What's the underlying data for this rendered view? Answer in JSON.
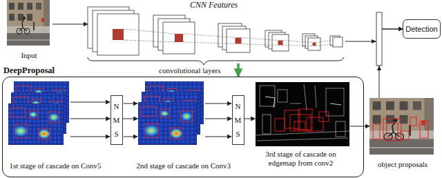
{
  "diagram": {
    "nodes": [
      {
        "text": [
          "Input"
        ]
      },
      {
        "text": [
          "CNN Features"
        ]
      },
      {
        "text": [
          "Detection"
        ]
      },
      {
        "text": [
          "DeepProposal"
        ]
      },
      {
        "text": [
          "1st stage of cascade on Conv5"
        ],
        "in": 3
      },
      {
        "text": [
          "NMS"
        ],
        "in": 3
      },
      {
        "text": [
          "2nd stage of cascade on Conv3"
        ],
        "in": 3
      },
      {
        "text": [
          "NMS"
        ],
        "in": 3
      },
      {
        "text": [
          "3rd stage of cascade on edgemap from conv2"
        ],
        "in": 3
      },
      {
        "text": [
          "object proposals"
        ]
      }
    ],
    "edges": [
      {
        "from": 0,
        "to": 1,
        "arrow": "to"
      },
      {
        "from": 1,
        "to": 2,
        "arrow": "to"
      },
      {
        "from": 1,
        "to": 3,
        "arrow": "to"
      },
      {
        "from": 4,
        "to": 5,
        "arrow": "to"
      },
      {
        "from": 5,
        "to": 6,
        "arrow": "to"
      },
      {
        "from": 6,
        "to": 7,
        "arrow": "to"
      },
      {
        "from": 7,
        "to": 8,
        "arrow": "to"
      },
      {
        "from": 3,
        "to": 9,
        "arrow": "to"
      },
      {
        "from": 9,
        "to": 2,
        "arrow": "to"
      }
    ],
    "labels": [
      "convolutional layers"
    ]
  }
}
